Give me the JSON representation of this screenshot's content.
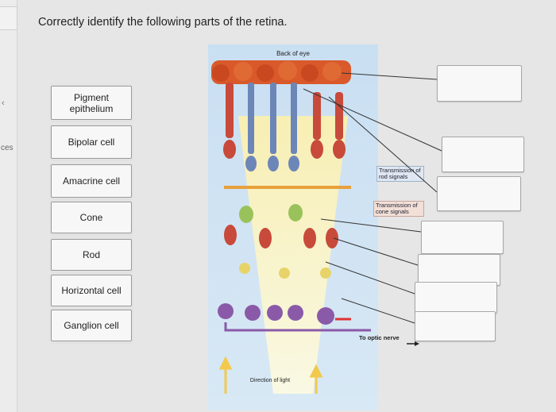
{
  "left_sidebar": {
    "back_glyph": "‹",
    "partial_label": "ces"
  },
  "question": {
    "title": "Correctly identify the following parts of the retina."
  },
  "terms": [
    {
      "label": "Pigment epithelium"
    },
    {
      "label": "Bipolar cell"
    },
    {
      "label": "Amacrine cell"
    },
    {
      "label": "Cone"
    },
    {
      "label": "Rod"
    },
    {
      "label": "Horizontal cell"
    },
    {
      "label": "Ganglion cell"
    }
  ],
  "diagram": {
    "top_label": "Back of eye",
    "rod_signals": "Transmission of rod signals",
    "cone_signals": "Transmission of cone signals",
    "optic_nerve": "To optic nerve",
    "light_direction": "Direction of light"
  },
  "answer_boxes": [
    {
      "value": ""
    },
    {
      "value": ""
    },
    {
      "value": ""
    },
    {
      "value": ""
    },
    {
      "value": ""
    },
    {
      "value": ""
    },
    {
      "value": ""
    },
    {
      "value": ""
    }
  ],
  "colors": {
    "epithelium": "#d9592b",
    "rod": "#6d86b8",
    "cone": "#c84a3a",
    "bipolar": "#7aa8d8",
    "amacrine": "#9ac25a",
    "horizontal": "#e8d36a",
    "ganglion": "#8a5aa8",
    "light": "#fff2a0"
  }
}
